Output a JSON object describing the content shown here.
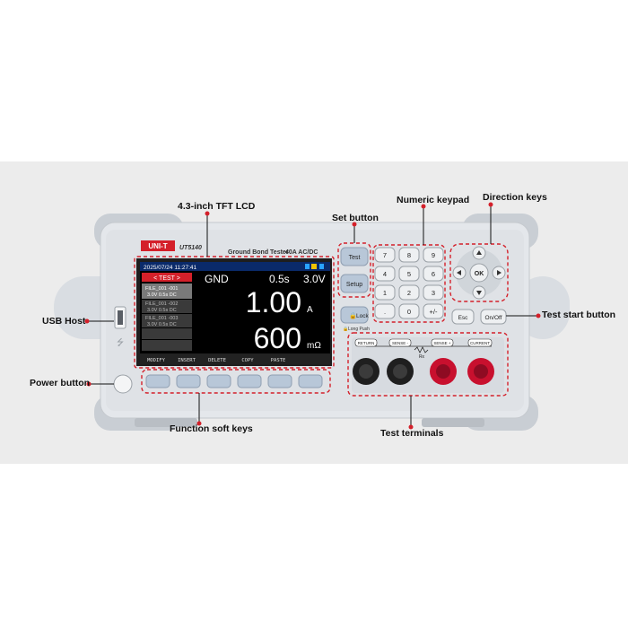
{
  "callouts": {
    "lcd": "4.3-inch TFT LCD",
    "set_button": "Set button",
    "keypad": "Numeric keypad",
    "direction": "Direction keys",
    "usb": "USB Host",
    "test_start": "Test start button",
    "power": "Power button",
    "soft_keys": "Function soft keys",
    "terminals": "Test terminals"
  },
  "device": {
    "brand": "UNI-T",
    "model": "UT5140",
    "product": "Ground Bond Tester",
    "rating": "40A AC/DC",
    "long_push": "Long Push"
  },
  "screen": {
    "datetime": "2025/07/24  11:27:41",
    "tab": "< TEST >",
    "mode": "GND",
    "time": "0.5s",
    "voltage": "3.0V",
    "files": [
      {
        "name": "FILE_001  -001",
        "params": "3.0V  0.5s  DC"
      },
      {
        "name": "FILE_001  -002",
        "params": "3.0V  0.5s  DC"
      },
      {
        "name": "FILE_001  -003",
        "params": "3.0V  0.5s  DC"
      }
    ],
    "current_value": "1.00",
    "current_unit": "A",
    "resistance_value": "600",
    "resistance_unit": "mΩ",
    "softkeys": [
      "MODIFY",
      "INSERT",
      "DELETE",
      "COPY",
      "PASTE"
    ]
  },
  "buttons": {
    "test": "Test",
    "setup": "Setup",
    "lock": "Lock",
    "esc": "Esc",
    "onoff": "On/Off",
    "ok": "OK"
  },
  "keypad": [
    "7",
    "8",
    "9",
    "4",
    "5",
    "6",
    "1",
    "2",
    "3",
    ".",
    "0",
    "+/-"
  ],
  "terminals": {
    "return": "RETURN",
    "sense_minus": "SENSE -",
    "sense_plus": "SENSE +",
    "current": "CURRENT",
    "rx": "Rx"
  },
  "colors": {
    "accent_red": "#d4202a",
    "callout_dot": "#d4202a",
    "screen_bg": "#000000",
    "panel_gray": "#cfd3d8"
  }
}
